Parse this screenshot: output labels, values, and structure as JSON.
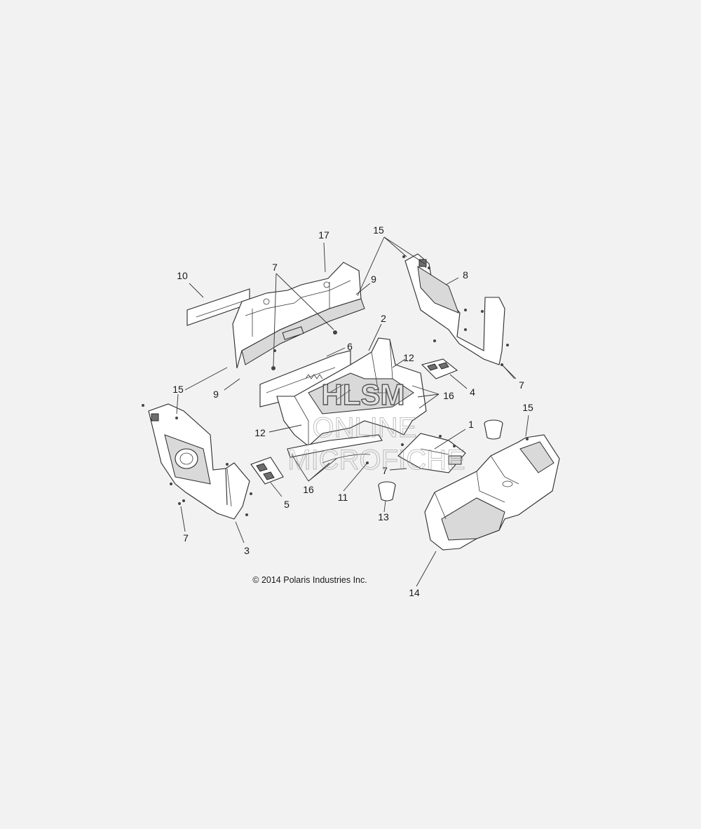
{
  "callouts": [
    "17",
    "15",
    "10",
    "7",
    "9",
    "8",
    "2",
    "6",
    "12",
    "4",
    "16",
    "15",
    "9",
    "7",
    "1",
    "15",
    "12",
    "16",
    "5",
    "11",
    "7",
    "13",
    "7",
    "3",
    "14"
  ],
  "copyright": "© 2014 Polaris Industries Inc.",
  "watermark": {
    "line1": "HLSM",
    "line2": "ONLINE",
    "line3": "MICROFICHE"
  },
  "colors": {
    "background": "#f2f2f2",
    "line": "#2a2a2a"
  }
}
